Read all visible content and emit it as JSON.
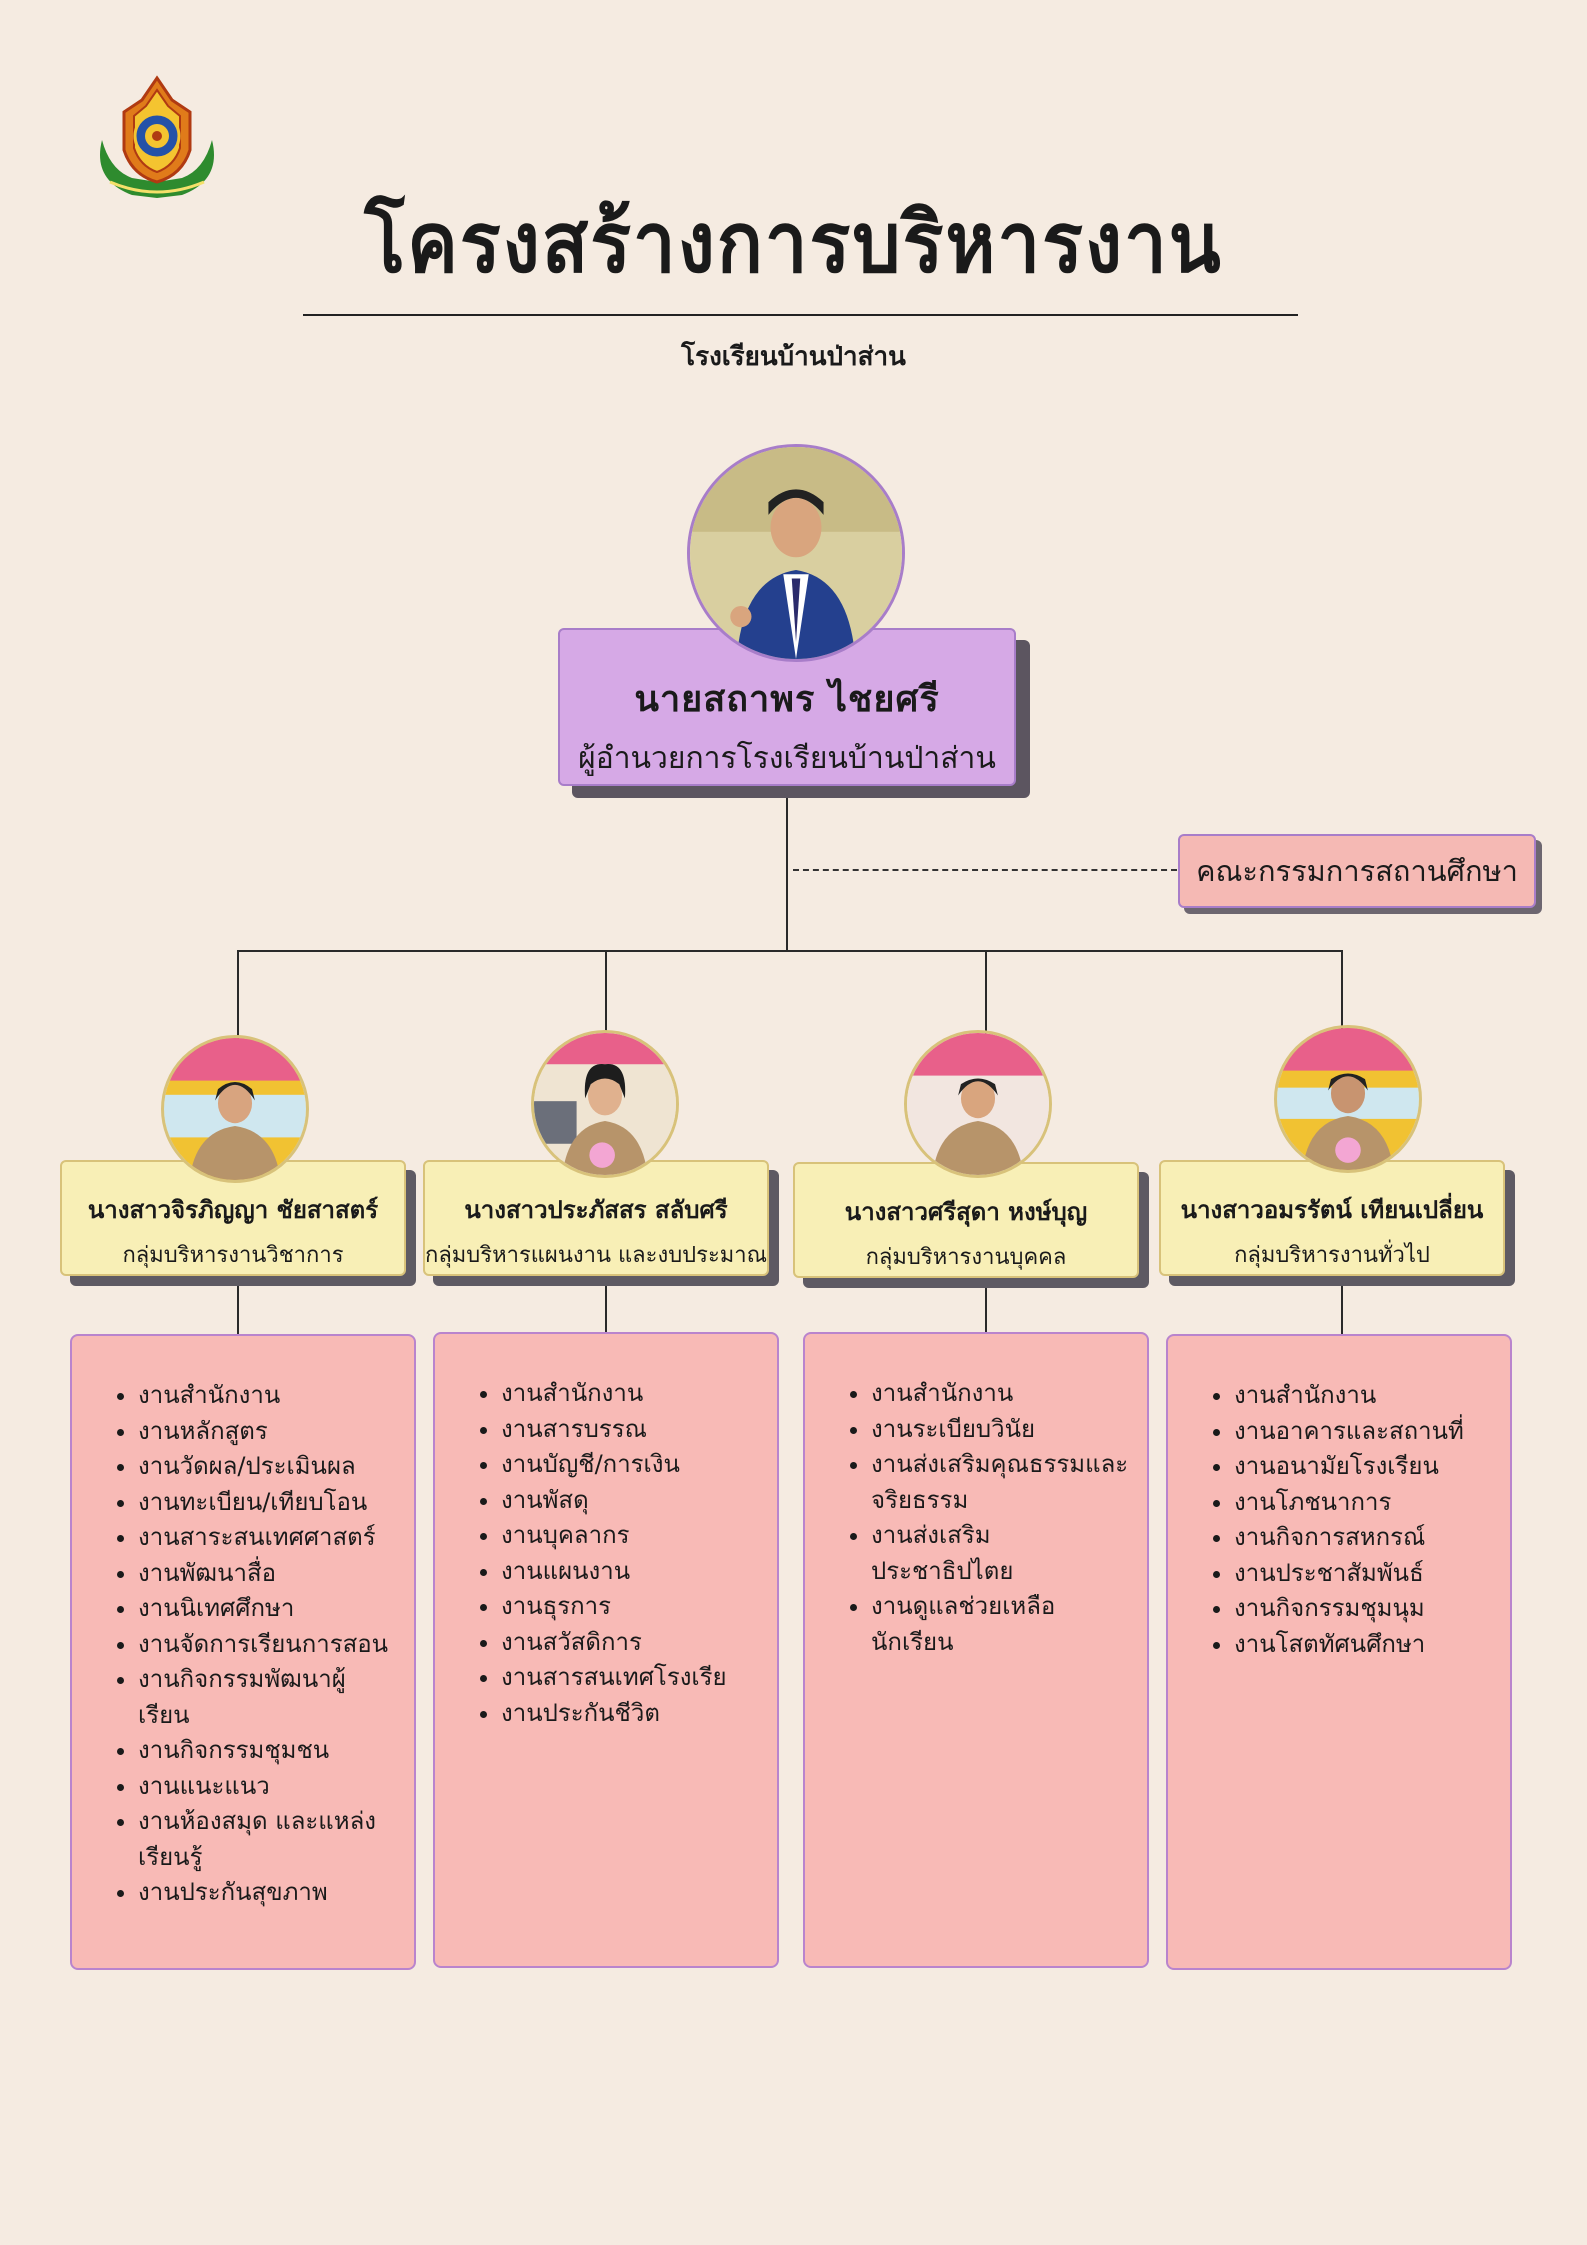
{
  "header": {
    "title": "โครงสร้างการบริหารงาน",
    "subtitle": "โรงเรียนบ้านป่าส่าน",
    "logo_icon": "school-emblem"
  },
  "director": {
    "name": "นายสถาพร ไชยศรี",
    "role": "ผู้อำนวยการโรงเรียนบ้านป่าส่าน"
  },
  "committee": {
    "label": "คณะกรรมการสถานศึกษา"
  },
  "groups": [
    {
      "name": "นางสาวจิรภิญญา ชัยสาสตร์",
      "title": "กลุ่มบริหารงานวิชาการ",
      "tasks": [
        "งานสำนักงาน",
        "งานหลักสูตร",
        "งานวัดผล/ประเมินผล",
        "งานทะเบียน/เทียบโอน",
        "งานสาระสนเทศศาสตร์",
        "งานพัฒนาสื่อ",
        "งานนิเทศศึกษา",
        "งานจัดการเรียนการสอน",
        "งานกิจกรรมพัฒนาผู้เรียน",
        "งานกิจกรรมชุมชน",
        "งานแนะแนว",
        "งานห้องสมุด และแหล่งเรียนรู้",
        "งานประกันสุขภาพ"
      ]
    },
    {
      "name": "นางสาวประภัสสร สลับศรี",
      "title": "กลุ่มบริหารแผนงาน และงบประมาณ",
      "tasks": [
        "งานสำนักงาน",
        "งานสารบรรณ",
        "งานบัญชี/การเงิน",
        "งานพัสดุ",
        "งานบุคลากร",
        "งานแผนงาน",
        "งานธุรการ",
        "งานสวัสดิการ",
        "งานสารสนเทศโรงเรีย",
        "งานประกันชีวิต"
      ]
    },
    {
      "name": "นางสาวศรีสุดา หงษ์บุญ",
      "title": "กลุ่มบริหารงานบุคคล",
      "tasks": [
        "งานสำนักงาน",
        "งานระเบียบวินัย",
        "งานส่งเสริมคุณธรรมและจริยธรรม",
        "งานส่งเสริมประชาธิปไตย",
        "งานดูแลช่วยเหลือนักเรียน"
      ]
    },
    {
      "name": "นางสาวอมรรัตน์ เทียนเปลี่ยน",
      "title": "กลุ่มบริหารงานทั่วไป",
      "tasks": [
        "งานสำนักงาน",
        "งานอาคารและสถานที่",
        "งานอนามัยโรงเรียน",
        "งานโภชนาการ",
        "งานกิจการสหกรณ์",
        "งานประชาสัมพันธ์",
        "งานกิจกรรมชุมนุม",
        "งานโสตทัศนศึกษา"
      ]
    }
  ],
  "colors": {
    "background": "#f5ebe1",
    "director_box": "#d6a9e6",
    "group_box": "#f8efb6",
    "task_box": "#f8bab6",
    "committee_box": "#f5b9b4",
    "accent_border": "#a87dc9"
  }
}
